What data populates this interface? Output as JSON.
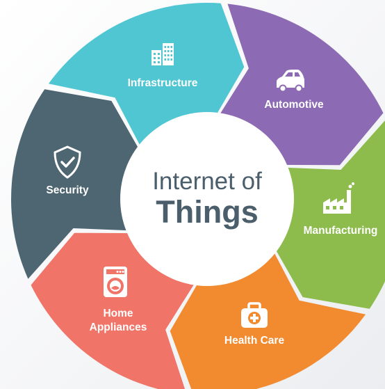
{
  "center": {
    "line1": "Internet of",
    "line2": "Things"
  },
  "segments": [
    {
      "key": "infrastructure",
      "label_lines": [
        "Infrastructure"
      ],
      "color": "#4fc6d2",
      "icon": "buildings-icon"
    },
    {
      "key": "automotive",
      "label_lines": [
        "Automotive"
      ],
      "color": "#8c6bb4",
      "icon": "car-icon"
    },
    {
      "key": "manufacturing",
      "label_lines": [
        "Manufacturing"
      ],
      "color": "#8dbb4c",
      "icon": "factory-icon"
    },
    {
      "key": "health-care",
      "label_lines": [
        "Health Care"
      ],
      "color": "#f28a2f",
      "icon": "first-aid-kit-icon"
    },
    {
      "key": "home-appliances",
      "label_lines": [
        "Home",
        "Appliances"
      ],
      "color": "#f07468",
      "icon": "washing-machine-icon"
    },
    {
      "key": "security",
      "label_lines": [
        "Security"
      ],
      "color": "#4e6672",
      "icon": "shield-check-icon"
    }
  ]
}
